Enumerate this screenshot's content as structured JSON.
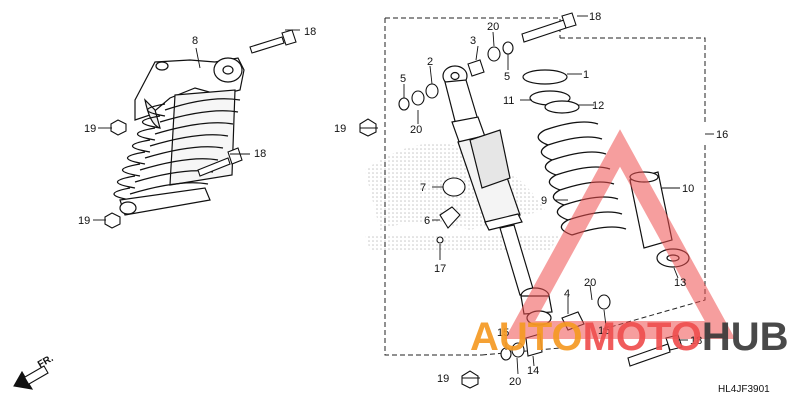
{
  "diagram": {
    "labels": {
      "p1": "1",
      "p2": "2",
      "p3": "3",
      "p4": "4",
      "p5": "5",
      "p5b": "5",
      "p6": "6",
      "p7": "7",
      "p8": "8",
      "p9": "9",
      "p10": "10",
      "p11": "11",
      "p12": "12",
      "p13": "13",
      "p14": "14",
      "p15": "15",
      "p15b": "15",
      "p16": "16",
      "p17": "17",
      "p18": "18",
      "p18b": "18",
      "p18c": "18",
      "p18d": "18",
      "p19": "19",
      "p19b": "19",
      "p19c": "19",
      "p19d": "19",
      "p20": "20",
      "p20b": "20",
      "p20c": "20",
      "p20d": "20"
    },
    "direction": "FR.",
    "diagram_code": "HL4JF3901"
  },
  "watermark": {
    "part1": "AUTO",
    "part2": "MOTO",
    "part3": "HUB",
    "orange": "#f59a23",
    "red": "#ef4f4f",
    "dark": "#3a3a3a"
  }
}
